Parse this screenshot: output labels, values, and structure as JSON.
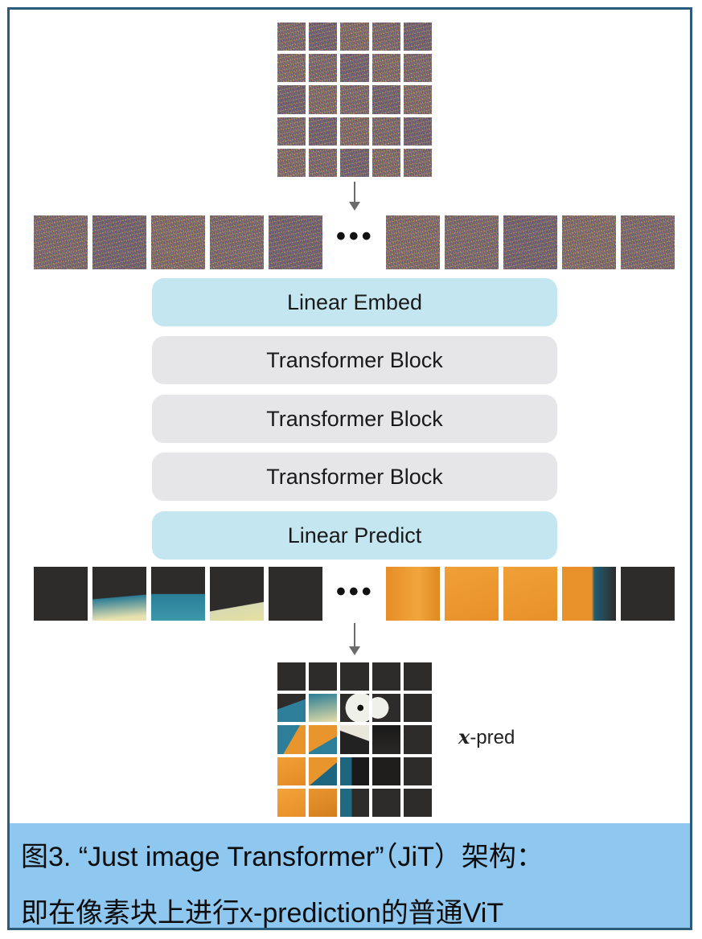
{
  "diagram": {
    "blocks": [
      {
        "label": "Linear Embed",
        "style": "blue"
      },
      {
        "label": "Transformer Block",
        "style": "grey"
      },
      {
        "label": "Transformer Block",
        "style": "grey"
      },
      {
        "label": "Transformer Block",
        "style": "grey"
      },
      {
        "label": "Linear Predict",
        "style": "blue"
      }
    ],
    "ellipsis": "•••",
    "output_label_var": "x",
    "output_label_suffix": "-pred",
    "input_grid": {
      "rows": 5,
      "cols": 5
    },
    "output_grid": {
      "rows": 5,
      "cols": 5
    }
  },
  "caption": {
    "line1": "图3. “Just image Transformer”（JiT）架构：",
    "line2": "即在像素块上进行x-prediction的普通ViT"
  },
  "colors": {
    "frame": "#2c5a7a",
    "caption_bg": "#8ec7ef",
    "block_blue": "#c4e6f1",
    "block_grey": "#e6e6e8"
  }
}
